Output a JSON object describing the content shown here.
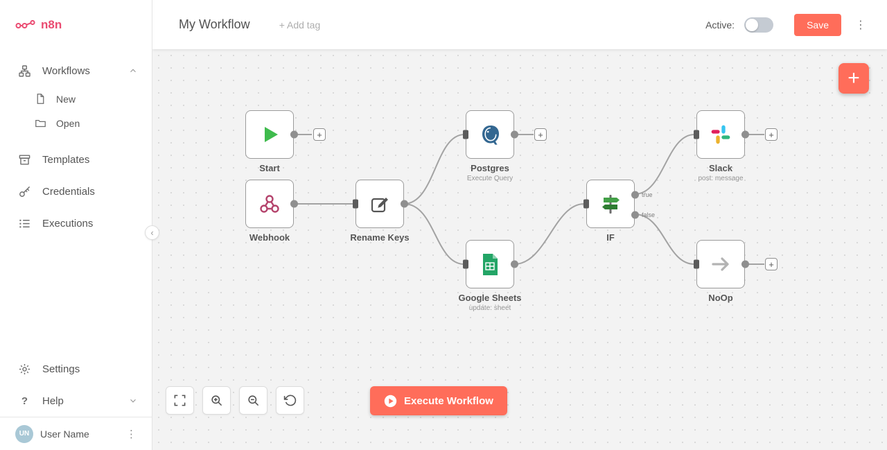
{
  "brand": {
    "name": "n8n"
  },
  "sidebar": {
    "workflows": {
      "label": "Workflows"
    },
    "sub_items": [
      {
        "label": "New"
      },
      {
        "label": "Open"
      }
    ],
    "items": [
      {
        "label": "Templates"
      },
      {
        "label": "Credentials"
      },
      {
        "label": "Executions"
      }
    ],
    "settings_label": "Settings",
    "help_label": "Help",
    "user": {
      "name": "User Name",
      "initials": "UN"
    }
  },
  "header": {
    "title": "My Workflow",
    "add_tag_label": "+ Add tag",
    "active_label": "Active:",
    "save_label": "Save"
  },
  "canvas": {
    "nodes": [
      {
        "name": "Start"
      },
      {
        "name": "Webhook"
      },
      {
        "name": "Rename Keys"
      },
      {
        "name": "Postgres",
        "subtitle": "Execute Query"
      },
      {
        "name": "Google Sheets",
        "subtitle": "update: sheet"
      },
      {
        "name": "IF"
      },
      {
        "name": "Slack",
        "subtitle": "post: message"
      },
      {
        "name": "NoOp"
      }
    ],
    "if_outputs": {
      "true_label": "true",
      "false_label": "false"
    },
    "execute_button_label": "Execute Workflow"
  },
  "icons": {
    "plus": "+",
    "collapse_chevron": "‹",
    "kebab": "⋮",
    "help_glyph": "?"
  },
  "colors": {
    "accent": "#ff6d5a",
    "brand": "#ea4b71",
    "canvas_bg": "#f3f3f3",
    "node_border": "#9b9b9b"
  }
}
